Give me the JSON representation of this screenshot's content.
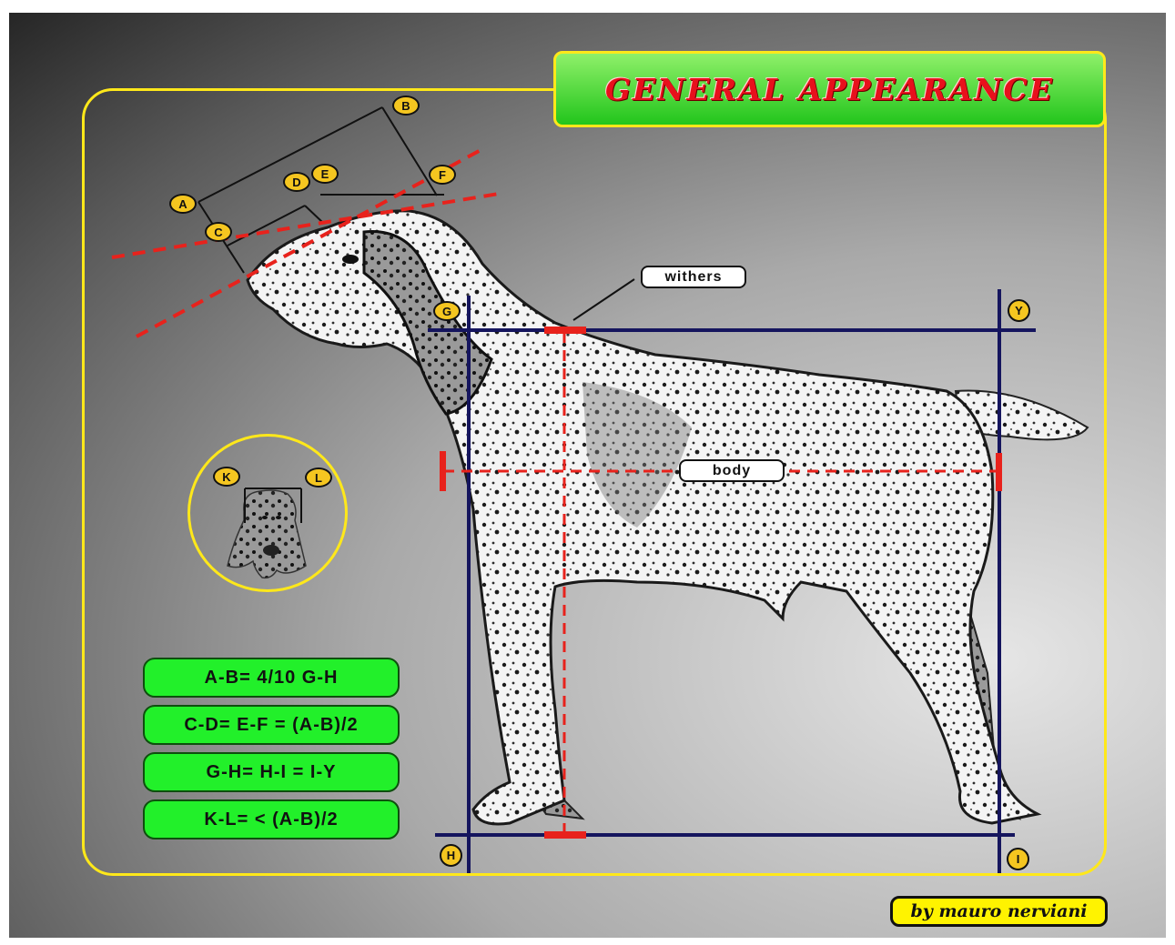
{
  "title": "General Appearance",
  "labels": {
    "withers": "withers",
    "body": "body"
  },
  "points": {
    "A": "A",
    "B": "B",
    "C": "C",
    "D": "D",
    "E": "E",
    "F": "F",
    "G": "G",
    "H": "H",
    "I": "I",
    "Y": "Y",
    "K": "K",
    "L": "L"
  },
  "formulas": [
    "A-B= 4/10 G-H",
    "C-D= E-F = (A-B)/2",
    "G-H= H-I = I-Y",
    "K-L= < (A-B)/2"
  ],
  "credit": "by mauro nerviani",
  "colors": {
    "frame": "#ffe81a",
    "measure_lines": "#15155e",
    "guide_lines": "#e8221c",
    "formula_boxes": "#22f02a",
    "title_text": "#e8101c",
    "marker_fill": "#f5c620",
    "credit_box": "#fff300"
  },
  "images": {
    "dog": "spotted-pointer-dog-side-profile",
    "head": "bloodhound-head-front-view"
  }
}
